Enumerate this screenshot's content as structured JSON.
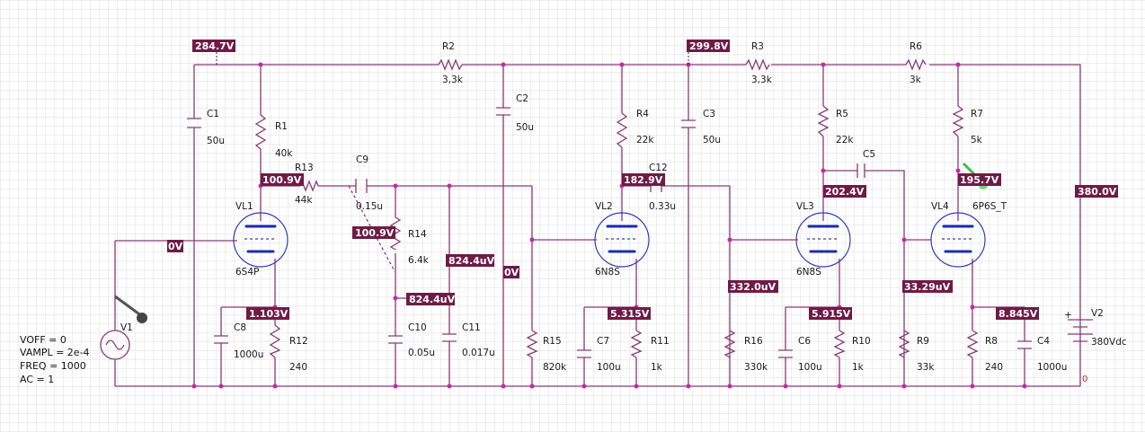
{
  "colors": {
    "wire": "#8a3a76",
    "tube": "#2e3dbd",
    "node": "#c02aa8",
    "tag_bg": "#6e1b45",
    "grid": "#d9d9d9"
  },
  "source_params": [
    "VOFF = 0",
    "VAMPL = 2e-4",
    "FREQ = 1000",
    "AC = 1"
  ],
  "ground_label": "0",
  "voltages": {
    "v1": "284.7V",
    "v2": "299.8V",
    "v3": "100.9V",
    "v4": "100.9V",
    "v5": "824.4uV",
    "v6": "824.4uV",
    "v7": "0V",
    "v8": "0V",
    "v9": "1.103V",
    "v10": "182.9V",
    "v11": "202.4V",
    "v12": "195.7V",
    "v13": "380.0V",
    "v14": "332.0uV",
    "v15": "5.315V",
    "v16": "5.915V",
    "v17": "33.29uV",
    "v18": "8.845V"
  },
  "components": {
    "C1": {
      "name": "C1",
      "value": "50u"
    },
    "C2": {
      "name": "C2",
      "value": "50u"
    },
    "C3": {
      "name": "C3",
      "value": "50u"
    },
    "C4": {
      "name": "C4",
      "value": "1000u"
    },
    "C5": {
      "name": "C5",
      "value": ""
    },
    "C6": {
      "name": "C6",
      "value": "100u"
    },
    "C7": {
      "name": "C7",
      "value": "100u"
    },
    "C8": {
      "name": "C8",
      "value": "1000u"
    },
    "C9": {
      "name": "C9",
      "value": "0.15u"
    },
    "C10": {
      "name": "C10",
      "value": "0.05u"
    },
    "C11": {
      "name": "C11",
      "value": "0.017u"
    },
    "C12": {
      "name": "C12",
      "value": "0.33u"
    },
    "R1": {
      "name": "R1",
      "value": "40k"
    },
    "R2": {
      "name": "R2",
      "value": "3,3k"
    },
    "R3": {
      "name": "R3",
      "value": "3,3k"
    },
    "R4": {
      "name": "R4",
      "value": "22k"
    },
    "R5": {
      "name": "R5",
      "value": "22k"
    },
    "R6": {
      "name": "R6",
      "value": "3k"
    },
    "R7": {
      "name": "R7",
      "value": "5k"
    },
    "R8": {
      "name": "R8",
      "value": "240"
    },
    "R9": {
      "name": "R9",
      "value": "33k"
    },
    "R10": {
      "name": "R10",
      "value": "1k"
    },
    "R11": {
      "name": "R11",
      "value": "1k"
    },
    "R12": {
      "name": "R12",
      "value": "240"
    },
    "R13": {
      "name": "R13",
      "value": "44k"
    },
    "R14": {
      "name": "R14",
      "value": "6.4k"
    },
    "R15": {
      "name": "R15",
      "value": "820k"
    },
    "R16": {
      "name": "R16",
      "value": "330k"
    },
    "V1": {
      "name": "V1"
    },
    "V2": {
      "name": "V2",
      "value": "380Vdc"
    },
    "VL1": {
      "name": "VL1",
      "model": "6S4P"
    },
    "VL2": {
      "name": "VL2",
      "model": "6N8S"
    },
    "VL3": {
      "name": "VL3",
      "model": "6N8S"
    },
    "VL4": {
      "name": "VL4",
      "model": "6P6S_T"
    }
  }
}
